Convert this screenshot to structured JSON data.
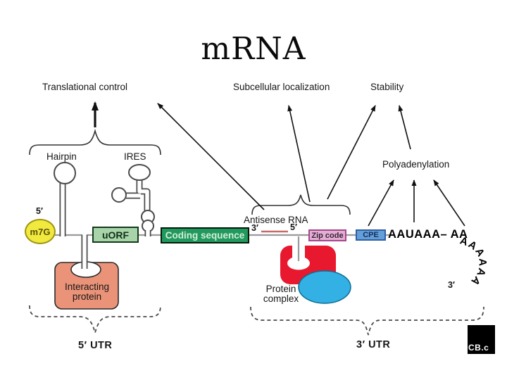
{
  "title": "mRNA",
  "diagram": {
    "top_labels": {
      "translational_control": "Translational control",
      "subcellular_localization": "Subcellular localization",
      "stability": "Stability"
    },
    "feature_labels": {
      "hairpin": "Hairpin",
      "ires": "IRES",
      "polyadenylation": "Polyadenylation",
      "antisense_rna": "Antisense RNA",
      "antisense_three_prime": "3′",
      "antisense_five_prime": "5′",
      "five_prime_end": "5′",
      "three_prime_end": "3′",
      "protein_complex": [
        "Protein",
        "complex"
      ],
      "interacting_protein": [
        "Interacting",
        "protein"
      ]
    },
    "strand_elements": {
      "cap": "m7G",
      "uorf": "uORF",
      "coding_sequence": "Coding sequence",
      "zip_code": "Zip code",
      "cpe": "CPE",
      "polya_signal": "AAUAAA– AA",
      "polya_tail": "AAAAAA"
    },
    "region_labels": {
      "five_utr": "5′ UTR",
      "three_utr": "3′ UTR"
    },
    "logo": "CB.c",
    "colors": {
      "cap_fill": "#f2e93f",
      "uorf_fill": "#a9d4a9",
      "coding_fill": "#22995c",
      "zip_fill": "#e2aed2",
      "cpe_fill": "#64a0d8",
      "interacting_protein_fill": "#ea9379",
      "protein_complex_red": "#e8182e",
      "protein_complex_blue": "#33b1e4",
      "antisense_line": "#c96a6a",
      "strand_line": "#9a9a9a"
    }
  }
}
